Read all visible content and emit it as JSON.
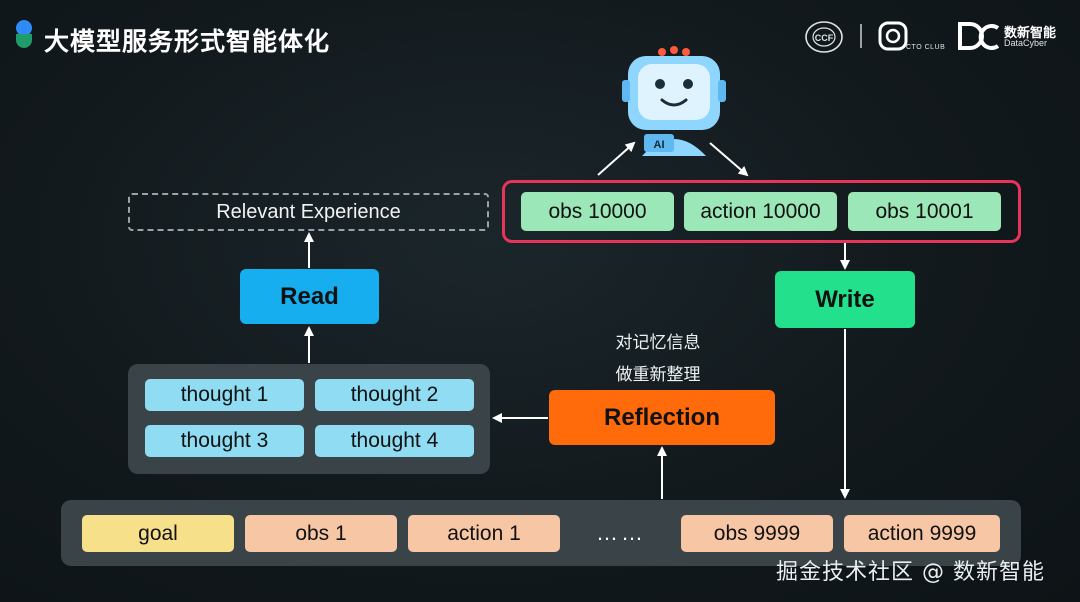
{
  "header": {
    "title": "大模型服务形式智能体化",
    "logos": {
      "cto_text": "CTO CLUB",
      "dc_name": "数新智能",
      "dc_sub": "DataCyber"
    }
  },
  "robot": {
    "badge": "AI"
  },
  "memory_window": [
    "obs 10000",
    "action 10000",
    "obs 10001"
  ],
  "relevant_experience": "Relevant Experience",
  "buttons": {
    "read": "Read",
    "write": "Write",
    "reflection": "Reflection"
  },
  "reflection_note": [
    "对记忆信息",
    "做重新整理"
  ],
  "thoughts": [
    "thought 1",
    "thought 2",
    "thought 3",
    "thought 4"
  ],
  "history": {
    "items": [
      "goal",
      "obs 1",
      "action 1",
      "obs 9999",
      "action 9999"
    ],
    "ellipsis": "……"
  },
  "watermark": "掘金技术社区 @ 数新智能",
  "colors": {
    "accent_red": "#e8335a",
    "read": "#17aef0",
    "write": "#22e08c",
    "reflection": "#ff6a0a",
    "green_tag": "#9be7b7",
    "blue_tag": "#8fdcf3",
    "peach_tag": "#f7c6a5",
    "yellow_tag": "#f7e08a"
  }
}
